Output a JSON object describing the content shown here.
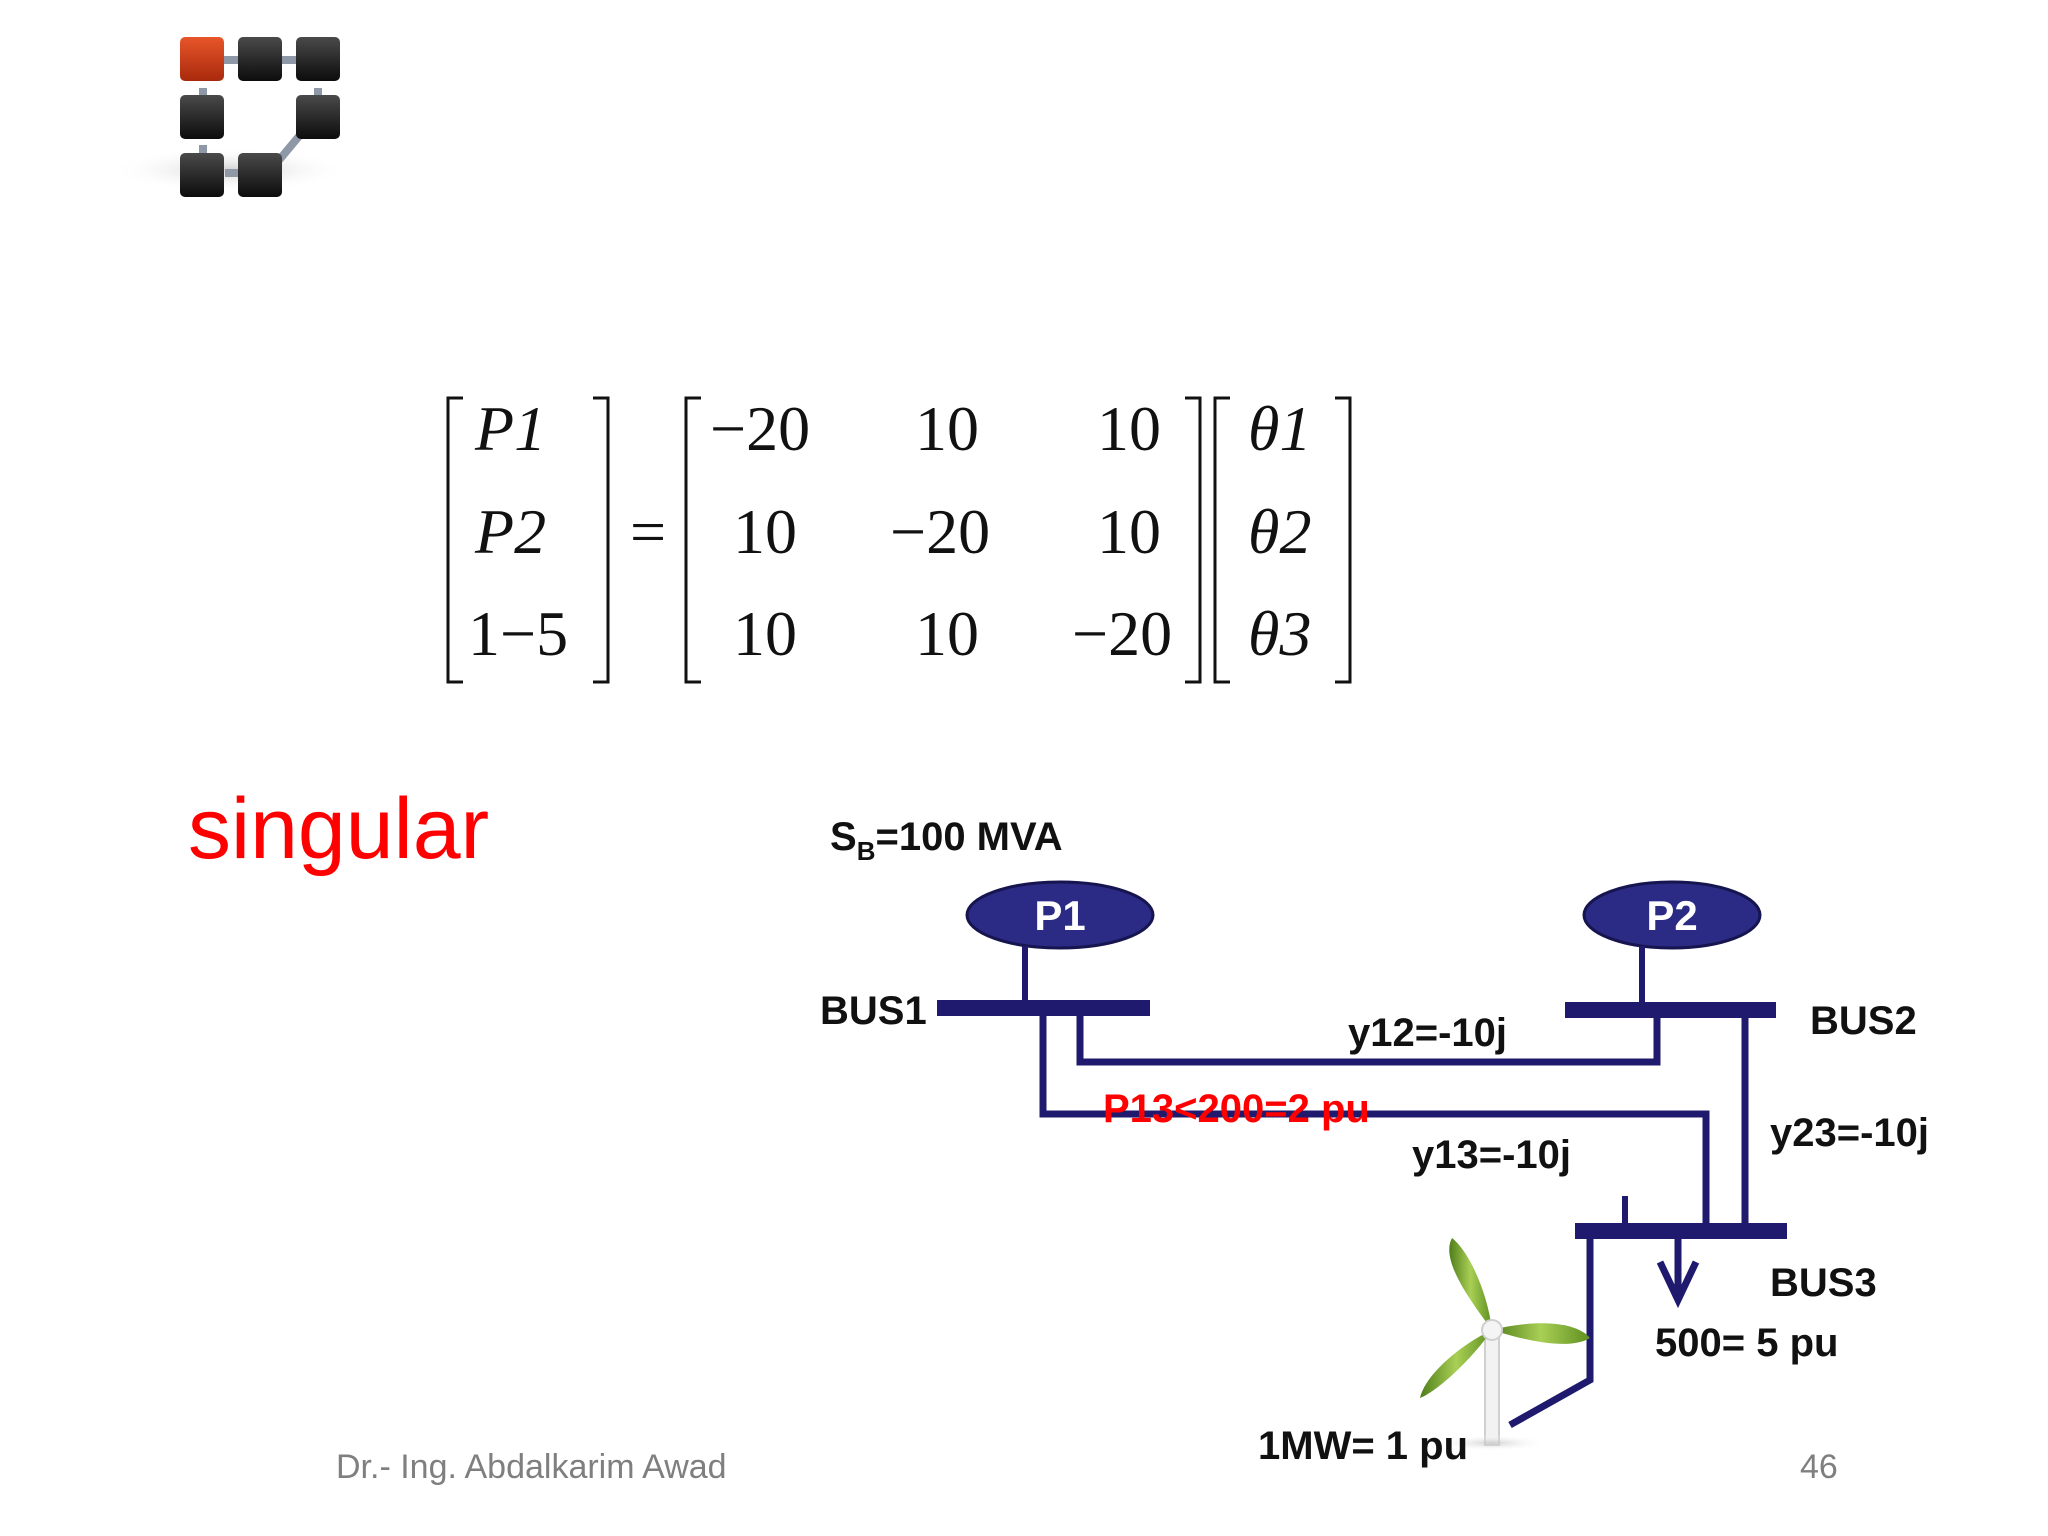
{
  "slide": {
    "note": "singular",
    "footer_author": "Dr.- Ing. Abdalkarim Awad",
    "page_number": "46"
  },
  "equation": {
    "lhs": [
      "P1",
      "P2",
      "1−5"
    ],
    "matrix": [
      [
        "−20",
        "10",
        "10"
      ],
      [
        "10",
        "−20",
        "10"
      ],
      [
        "10",
        "10",
        "−20"
      ]
    ],
    "rhs": [
      "θ1",
      "θ2",
      "θ3"
    ],
    "equals": "="
  },
  "network": {
    "base_prefix": "S",
    "base_subscript": "B",
    "base_suffix": "=100 MVA",
    "gen1": "P1",
    "gen2": "P2",
    "bus1": "BUS1",
    "bus2": "BUS2",
    "bus3": "BUS3",
    "y12": "y12=-10j",
    "y13": "y13=-10j",
    "y23": "y23=-10j",
    "limit": "P13<200=2 pu",
    "load": "500= 5 pu",
    "wind": "1MW= 1 pu"
  },
  "colors": {
    "line": "#1f1a6e",
    "generator": "#2b2a85",
    "limit_text": "#ff0000",
    "logo_accent": "#cc3311",
    "logo_block": "#1a1a1a"
  },
  "icons": [
    "network-logo-icon",
    "wind-turbine-icon",
    "load-arrow-icon"
  ]
}
